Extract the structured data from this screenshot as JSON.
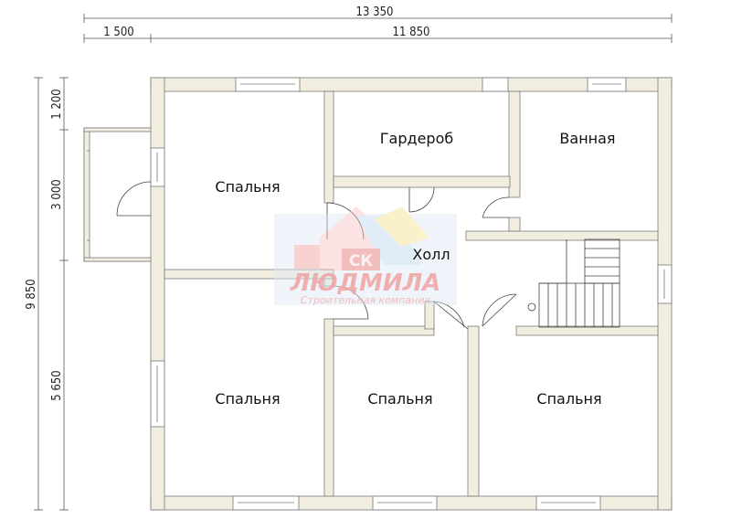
{
  "dimensions": {
    "total_width": "13 350",
    "porch_width": "1 500",
    "house_width": "11 850",
    "total_height": "9 850",
    "porch_top": "1 200",
    "porch_height": "3 000",
    "lower_height": "5 650"
  },
  "rooms": {
    "bedroom_top_left": "Спальня",
    "wardrobe": "Гардероб",
    "bathroom": "Ванная",
    "hall": "Холл",
    "bedroom_bottom_left": "Спальня",
    "bedroom_bottom_middle": "Спальня",
    "bedroom_bottom_right": "Спальня"
  },
  "watermark": {
    "badge": "СК",
    "name": "ЛЮДМИЛА",
    "tagline": "Строительная компания"
  },
  "colors": {
    "wall_fill": "#f2eedf",
    "wall_stroke": "#7a7a7a",
    "line": "#444444"
  }
}
